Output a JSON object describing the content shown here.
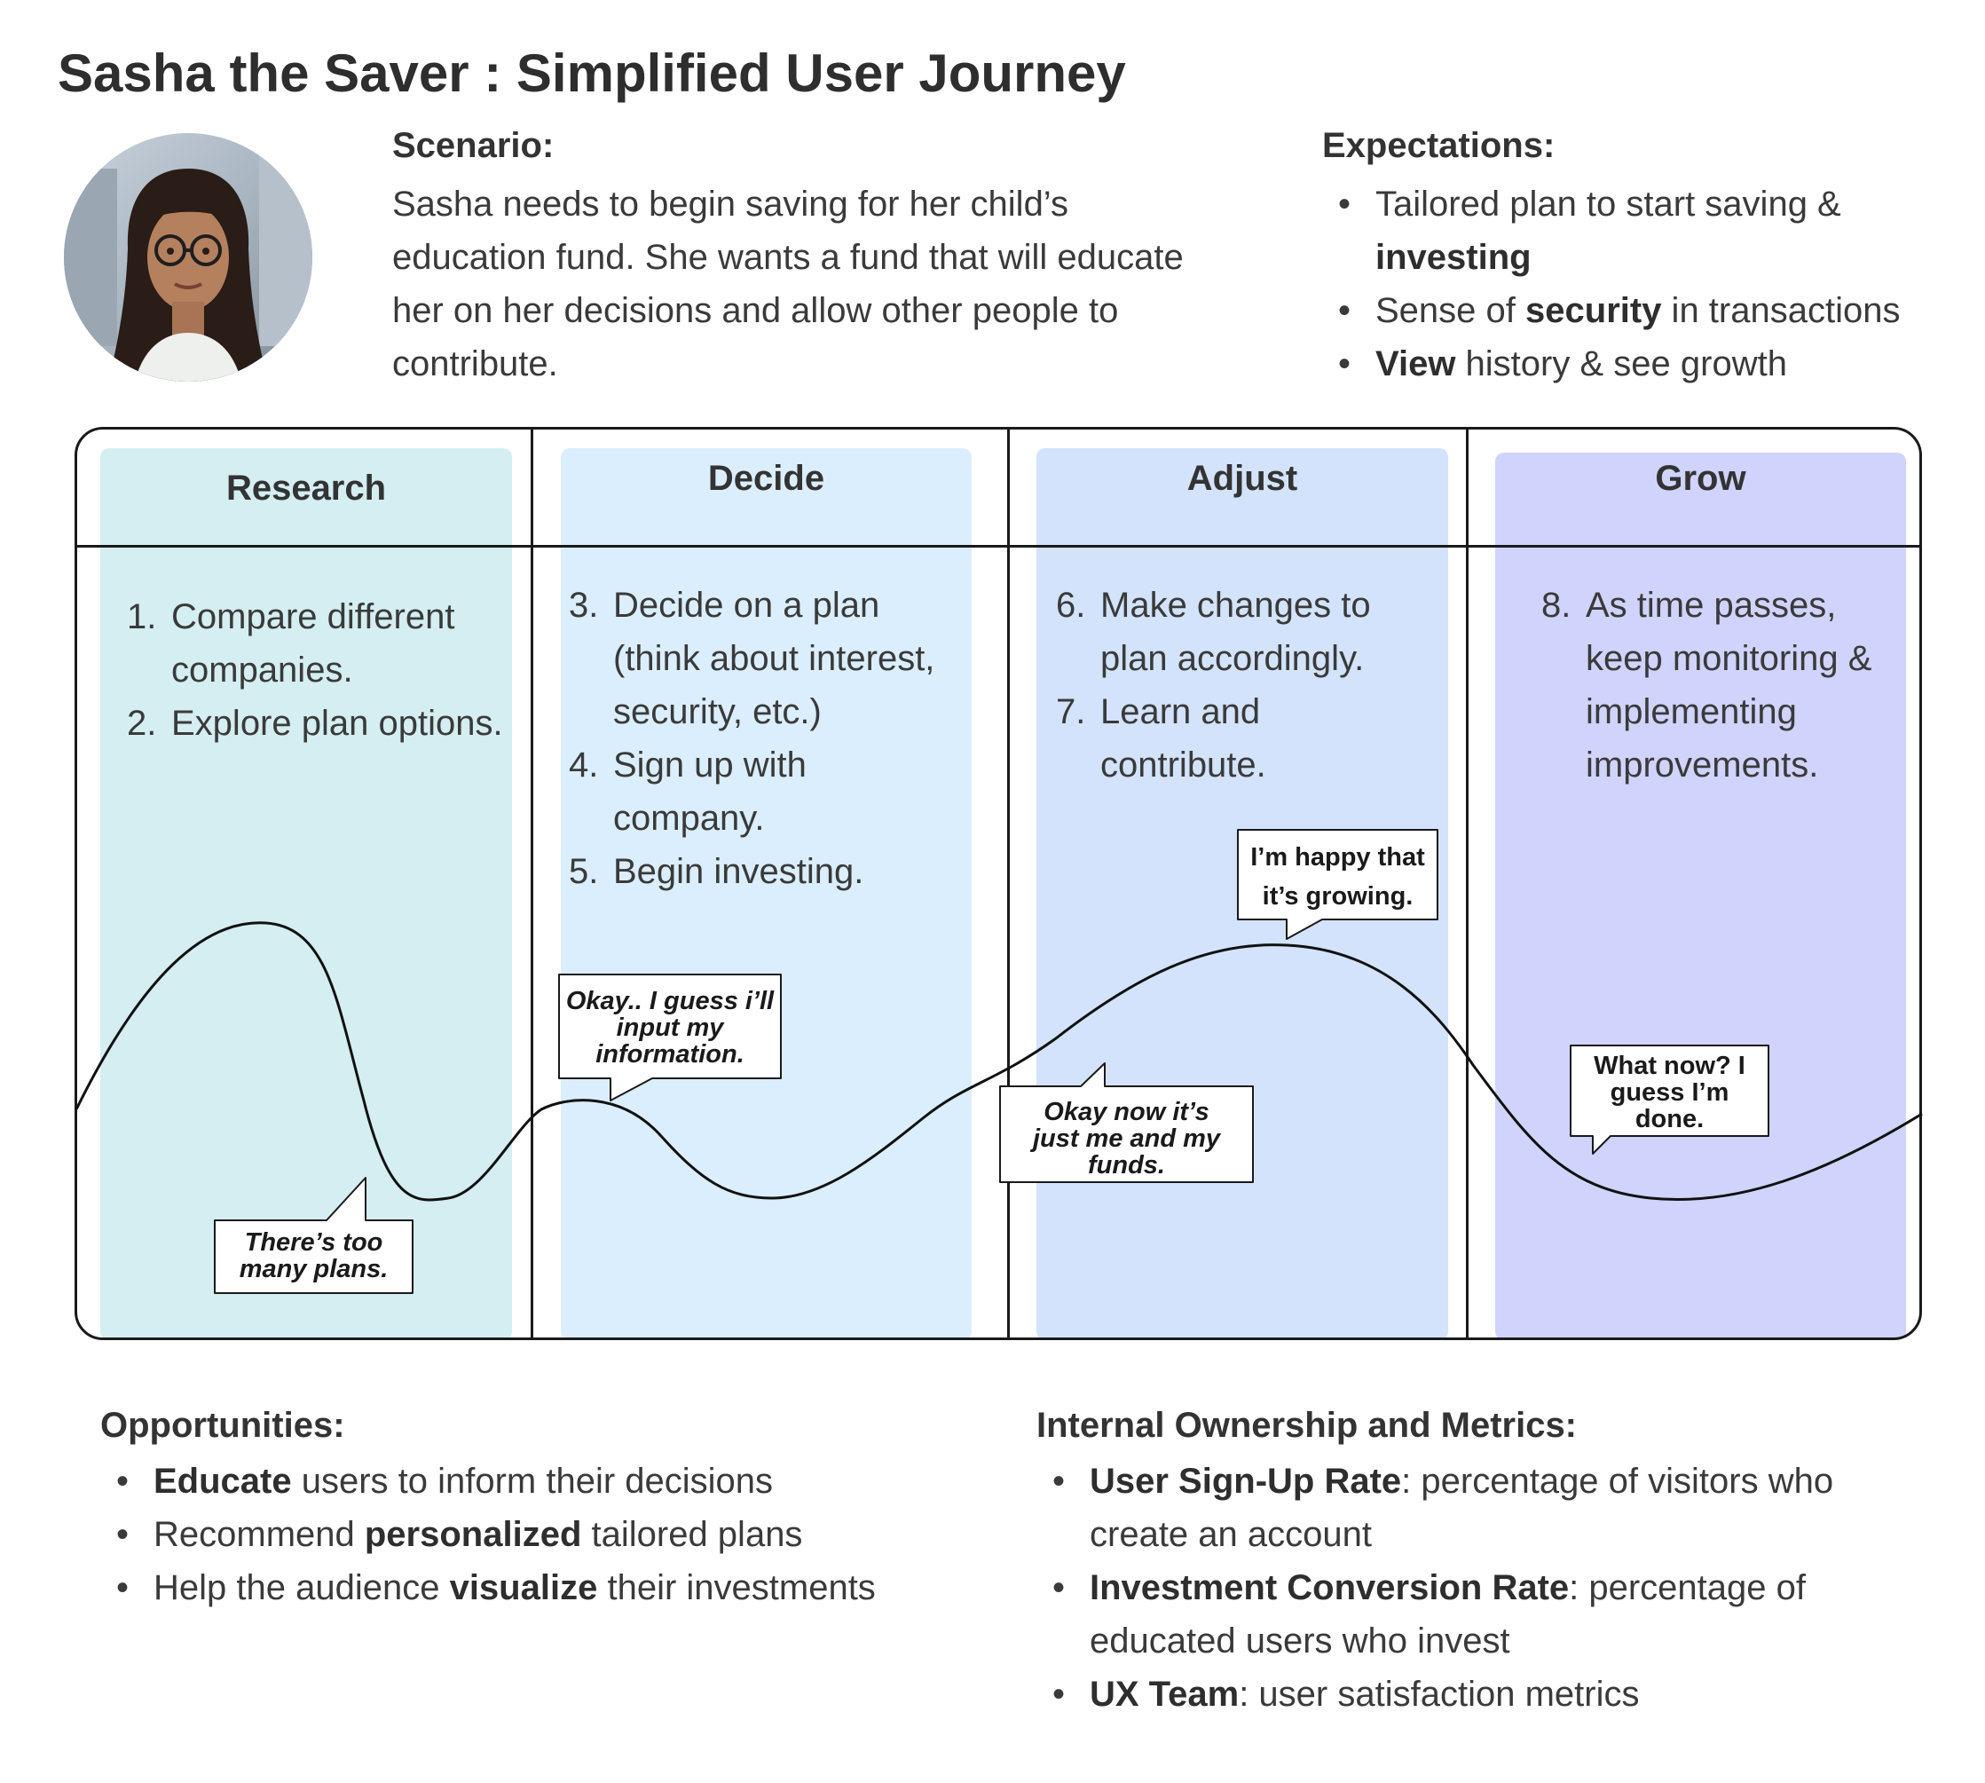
{
  "title": "Sasha the Saver : Simplified User Journey",
  "scenario": {
    "label": "Scenario:",
    "lines": [
      "Sasha needs to begin saving for her child’s",
      "education fund. She wants a fund that will educate",
      "her on her decisions and allow other people to",
      "contribute."
    ]
  },
  "expectations": {
    "label": "Expectations:",
    "items": [
      {
        "pre": "Tailored plan to start saving &",
        "bold": "investing",
        "post": ""
      },
      {
        "pre": "Sense of ",
        "bold": "security",
        "post": " in transactions"
      },
      {
        "pre": "",
        "bold": "View",
        "post": " history & see growth"
      }
    ]
  },
  "stages": [
    {
      "name": "Research",
      "color": "#d4eef1",
      "steps": [
        {
          "n": "1.",
          "lines": [
            "Compare different",
            "companies."
          ]
        },
        {
          "n": "2.",
          "lines": [
            "Explore plan options."
          ]
        }
      ]
    },
    {
      "name": "Decide",
      "color": "#dbeefd",
      "steps": [
        {
          "n": "3.",
          "lines": [
            "Decide on a plan",
            "(think about interest,",
            "security, etc.)"
          ]
        },
        {
          "n": "4.",
          "lines": [
            "Sign up with",
            "company."
          ]
        },
        {
          "n": "5.",
          "lines": [
            "Begin investing."
          ]
        }
      ]
    },
    {
      "name": "Adjust",
      "color": "#d2e3fb",
      "steps": [
        {
          "n": "6.",
          "lines": [
            "Make changes to",
            "plan  accordingly."
          ]
        },
        {
          "n": "7.",
          "lines": [
            "Learn and",
            "contribute."
          ]
        }
      ]
    },
    {
      "name": "Grow",
      "color": "#d0d3fb",
      "steps": [
        {
          "n": "8.",
          "lines": [
            "As time passes,",
            "keep monitoring &",
            "implementing",
            "improvements."
          ]
        }
      ]
    }
  ],
  "bubbles": [
    {
      "lines": [
        "There’s too",
        "many plans."
      ],
      "italic": true
    },
    {
      "lines": [
        "Okay.. I guess i’ll",
        "input my",
        "information."
      ],
      "italic": true
    },
    {
      "lines": [
        "I’m happy that",
        "it’s growing."
      ],
      "italic": false
    },
    {
      "lines": [
        "Okay now it’s",
        "just me and my",
        "funds."
      ],
      "italic": true
    },
    {
      "lines": [
        "What now? I",
        "guess I’m",
        "done."
      ],
      "italic": false
    }
  ],
  "opportunities": {
    "label": "Opportunities:",
    "items": [
      {
        "pre": "",
        "bold": "Educate",
        "post": " users to inform their decisions"
      },
      {
        "pre": "Recommend ",
        "bold": "personalized",
        "post": " tailored plans"
      },
      {
        "pre": "Help the audience ",
        "bold": "visualize",
        "post": " their investments"
      }
    ]
  },
  "metrics": {
    "label": "Internal Ownership and Metrics:",
    "items": [
      {
        "bold": "User Sign-Up Rate",
        "post": ": percentage of visitors who",
        "cont": "create an account"
      },
      {
        "bold": "Investment Conversion Rate",
        "post": ": percentage of",
        "cont": "educated users who invest"
      },
      {
        "bold": "UX Team",
        "post": ": user satisfaction metrics",
        "cont": ""
      }
    ]
  },
  "bullet": "•"
}
